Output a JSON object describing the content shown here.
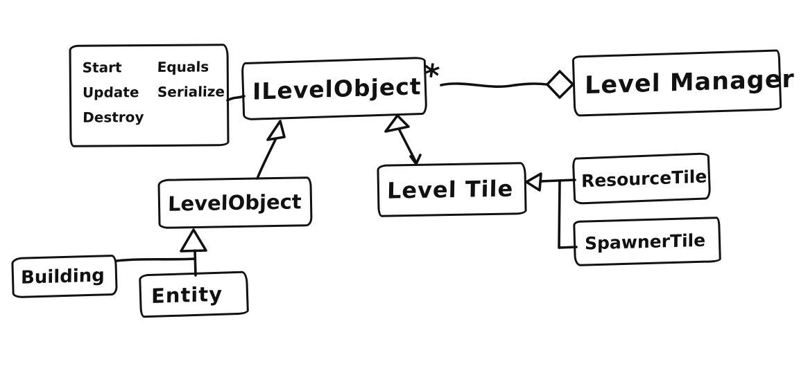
{
  "diagram": {
    "kind": "hand-drawn UML class diagram",
    "background_color": "#ffffff",
    "ink_color": "#111111",
    "nodes": {
      "interface_methods_note": {
        "column1": [
          "Start",
          "Update",
          "Destroy"
        ],
        "column2": [
          "Equals",
          "Serialize"
        ]
      },
      "ilevel_object": {
        "label": "ILevelObject"
      },
      "level_manager": {
        "label": "Level Manager"
      },
      "level_object": {
        "label": "LevelObject"
      },
      "level_tile": {
        "label": "Level Tile"
      },
      "resource_tile": {
        "label": "ResourceTile"
      },
      "spawner_tile": {
        "label": "SpawnerTile"
      },
      "building": {
        "label": "Building"
      },
      "entity": {
        "label": "Entity"
      }
    },
    "edges": [
      {
        "type": "note-attachment",
        "from": "interface_methods_note",
        "to": "ILevelObject"
      },
      {
        "type": "aggregation",
        "from": "ILevelObject",
        "to": "Level Manager",
        "multiplicity": "*"
      },
      {
        "type": "generalization",
        "from": "LevelObject",
        "to": "ILevelObject"
      },
      {
        "type": "generalization",
        "from": "Level Tile",
        "to": "ILevelObject"
      },
      {
        "type": "generalization",
        "from": "ResourceTile",
        "to": "Level Tile"
      },
      {
        "type": "generalization",
        "from": "SpawnerTile",
        "to": "Level Tile"
      },
      {
        "type": "generalization",
        "from": "Building",
        "to": "LevelObject"
      },
      {
        "type": "generalization",
        "from": "Entity",
        "to": "LevelObject"
      }
    ]
  }
}
